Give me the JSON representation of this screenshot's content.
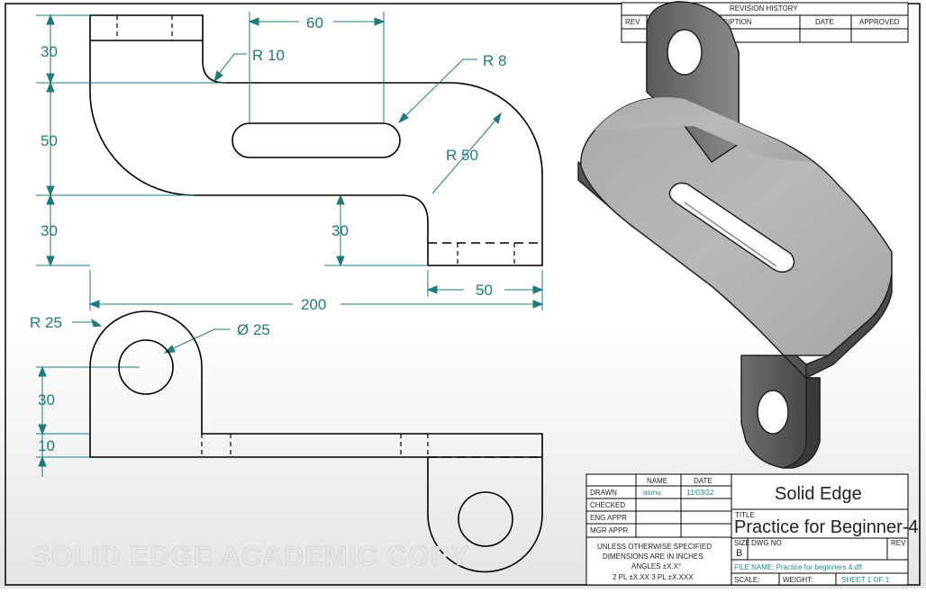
{
  "drawing": {
    "dimensions": {
      "d30_top": "30",
      "d60": "60",
      "r10": "R 10",
      "r8": "R 8",
      "d50_left": "50",
      "r50": "R 50",
      "d30_mid": "30",
      "d30_bottom_left": "30",
      "d50_bottom": "50",
      "d200": "200",
      "r25": "R 25",
      "dia25": "Ø 25",
      "d30_lower": "30",
      "d10": "10"
    },
    "watermark": "SOLID EDGE ACADEMIC COPY"
  },
  "revision_history": {
    "title": "REVISION HISTORY",
    "col_rev": "REV",
    "col_description": "DESCRIPTION",
    "col_date": "DATE",
    "col_approved": "APPROVED"
  },
  "title_block": {
    "col_name": "NAME",
    "col_date": "DATE",
    "rows": [
      {
        "label": "DRAWN",
        "name": "asmu",
        "date": "11/03/22"
      },
      {
        "label": "CHECKED",
        "name": "",
        "date": ""
      },
      {
        "label": "ENG APPR",
        "name": "",
        "date": ""
      },
      {
        "label": "MGR APPR",
        "name": "",
        "date": ""
      }
    ],
    "notes": [
      "UNLESS OTHERWISE SPECIFIED",
      "DIMENSIONS ARE IN INCHES",
      "ANGLES ±X.X°",
      "2 PL ±X.XX 3 PL ±X.XXX"
    ],
    "company": "Solid Edge",
    "title_label": "TITLE",
    "title": "Practice for Beginner-4",
    "size_label": "SIZE",
    "size_value": "B",
    "dwg_no_label": "DWG NO",
    "rev_label": "REV",
    "file_name": "FILE NAME: Practice for beginners 4.dft",
    "scale": "SCALE:",
    "weight": "WEIGHT:",
    "sheet": "SHEET 1 OF 1"
  }
}
